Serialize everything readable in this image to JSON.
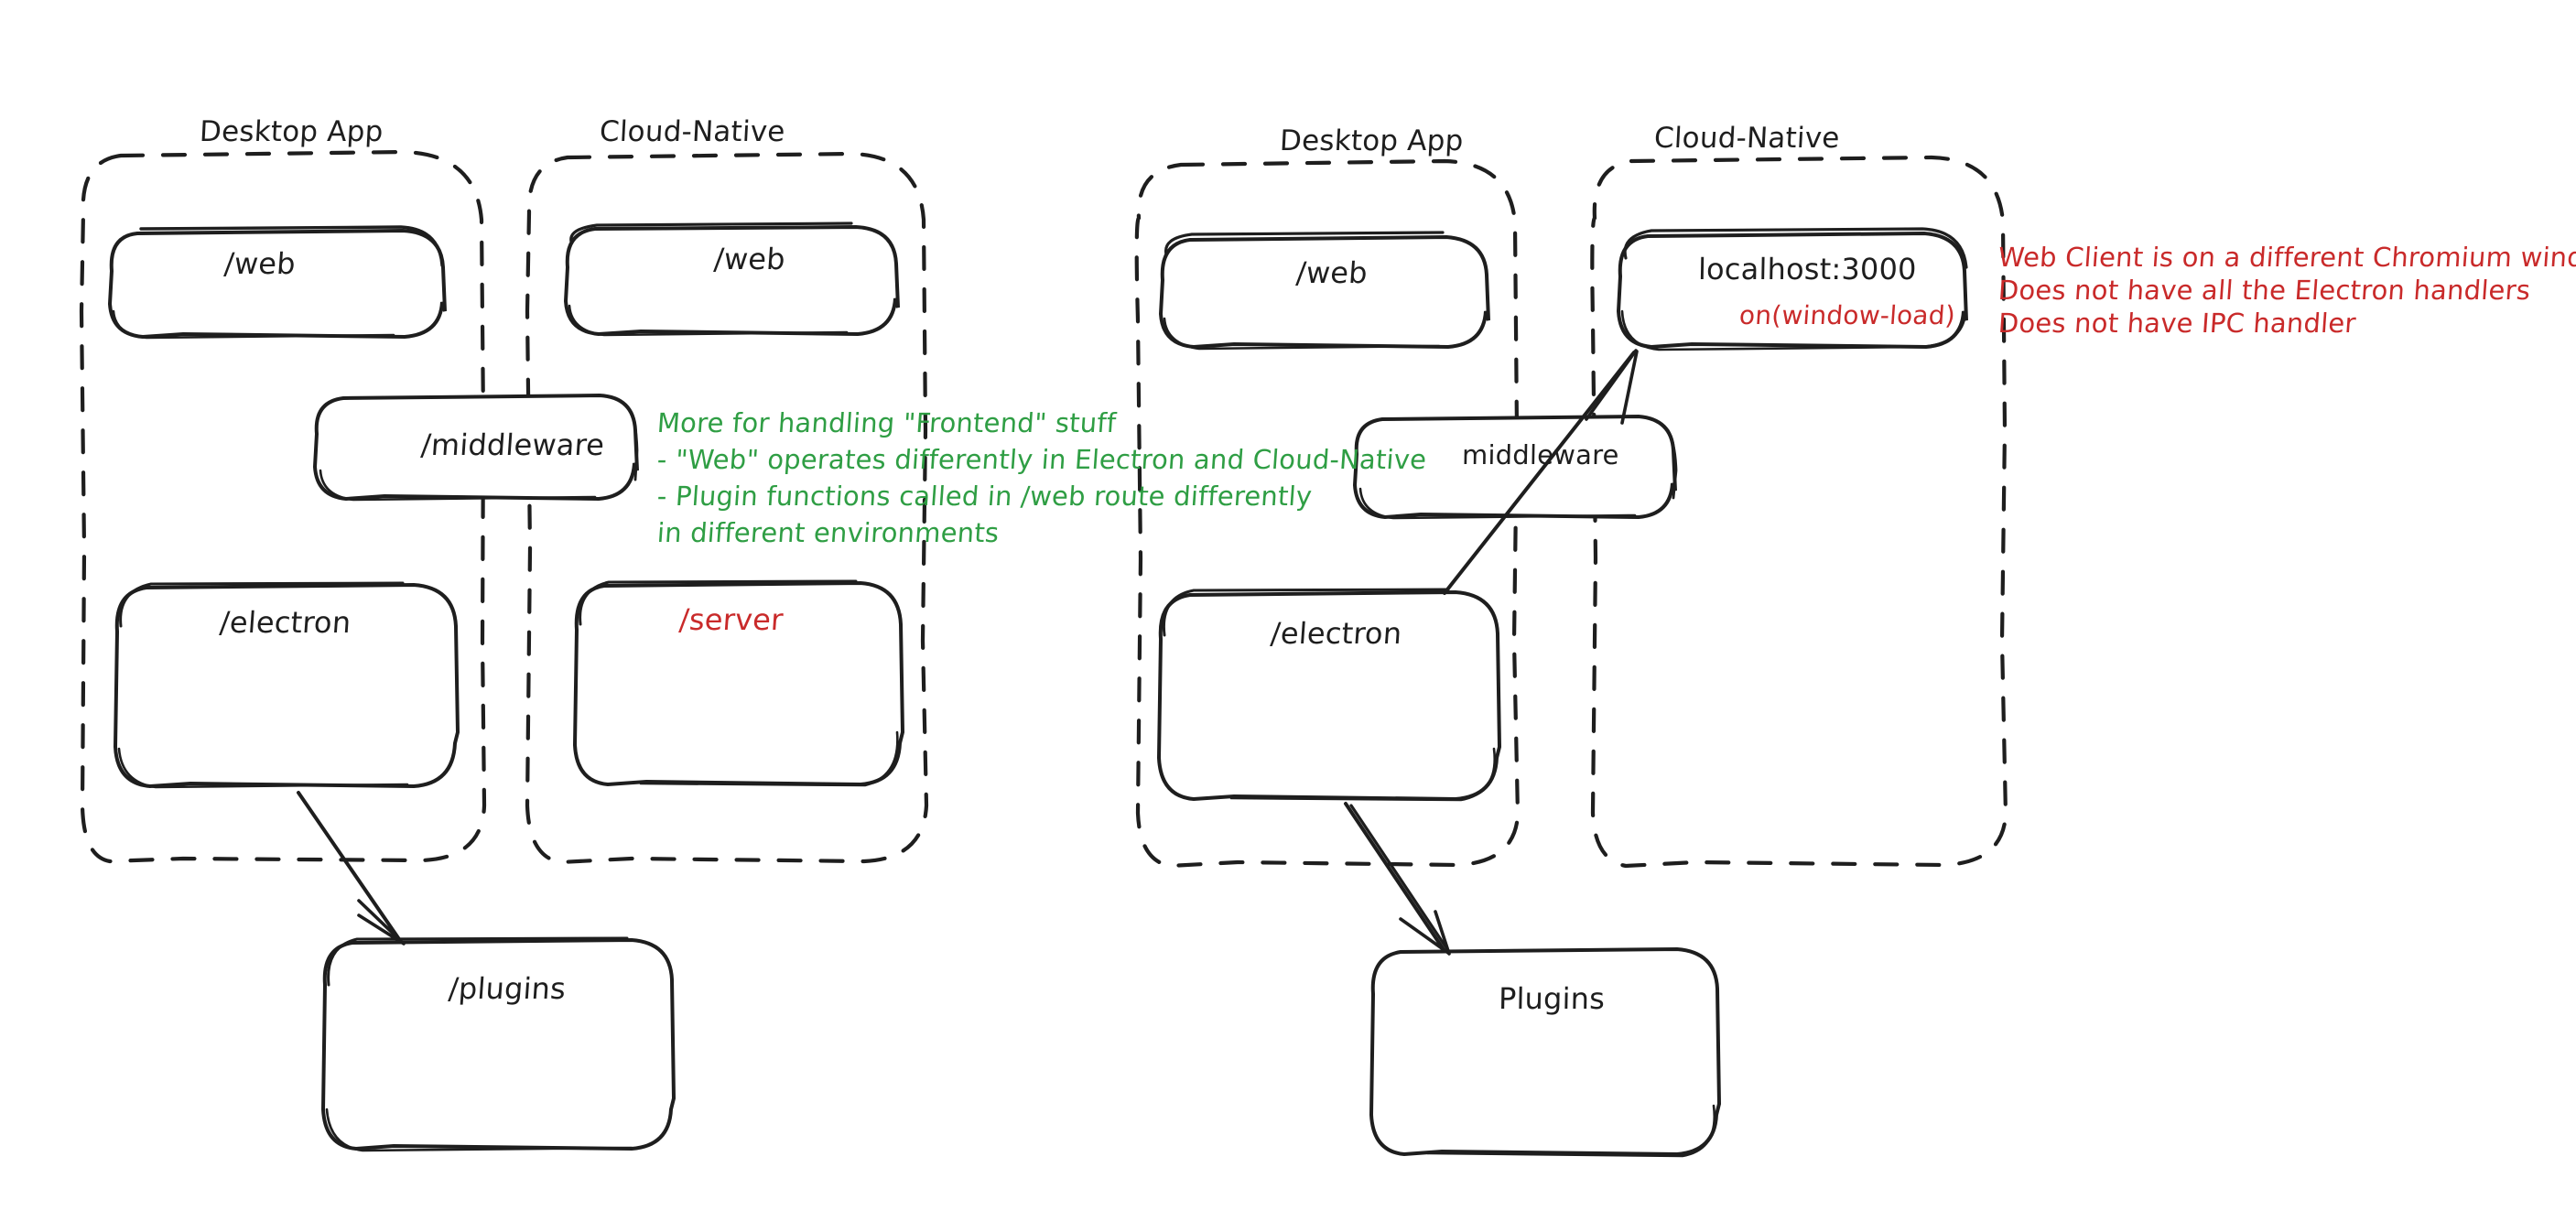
{
  "meta": {
    "background": "#ffffff",
    "ink": "#1e1e1e",
    "red": "#c92a2a",
    "green": "#2f9e44",
    "style": "hand-drawn-excalidraw"
  },
  "diagrams": [
    {
      "id": "left",
      "name": "current-architecture",
      "groups": [
        {
          "id": "left-desktop",
          "title": "Desktop App",
          "nodes": [
            {
              "id": "left-desktop-web",
              "label": "/web",
              "color": "#1e1e1e"
            },
            {
              "id": "left-desktop-electron",
              "label": "/electron",
              "color": "#1e1e1e"
            }
          ]
        },
        {
          "id": "left-cloud",
          "title": "Cloud-Native",
          "nodes": [
            {
              "id": "left-cloud-web",
              "label": "/web",
              "color": "#1e1e1e"
            },
            {
              "id": "left-cloud-server",
              "label": "/server",
              "color": "#c92a2a"
            }
          ]
        }
      ],
      "shared_nodes": [
        {
          "id": "left-middleware",
          "label": "/middleware",
          "color": "#1e1e1e"
        }
      ],
      "outside_nodes": [
        {
          "id": "left-plugins",
          "label": "/plugins",
          "color": "#1e1e1e"
        }
      ],
      "annotations": [
        {
          "id": "left-green-note",
          "color": "#2f9e44",
          "lines": [
            "More for handling \"Frontend\" stuff",
            "- \"Web\" operates differently in Electron and Cloud-Native",
            "- Plugin functions called in /web route differently",
            "in different environments"
          ]
        }
      ],
      "arrows": [
        {
          "id": "left-electron-to-plugins",
          "from": "left-desktop-electron",
          "to": "left-plugins"
        }
      ]
    },
    {
      "id": "right",
      "name": "proposed-architecture",
      "groups": [
        {
          "id": "right-desktop",
          "title": "Desktop App",
          "nodes": [
            {
              "id": "right-desktop-web",
              "label": "/web",
              "color": "#1e1e1e"
            },
            {
              "id": "right-desktop-electron",
              "label": "/electron",
              "color": "#1e1e1e"
            }
          ]
        },
        {
          "id": "right-cloud",
          "title": "Cloud-Native",
          "nodes": [
            {
              "id": "right-cloud-localhost",
              "label": "localhost:3000",
              "sublabel": "on(window-load)",
              "color": "#1e1e1e",
              "sublabel_color": "#c92a2a"
            }
          ]
        }
      ],
      "shared_nodes": [
        {
          "id": "right-middleware",
          "label": "middleware",
          "color": "#1e1e1e"
        }
      ],
      "outside_nodes": [
        {
          "id": "right-plugins",
          "label": "Plugins",
          "color": "#1e1e1e"
        }
      ],
      "annotations": [
        {
          "id": "right-red-note",
          "color": "#c92a2a",
          "lines": [
            "Web Client is on a different Chromium window",
            "Does not have all the Electron handlers",
            "Does not have IPC handler"
          ]
        }
      ],
      "arrows": [
        {
          "id": "right-electron-to-localhost",
          "from": "right-desktop-electron",
          "to": "right-cloud-localhost"
        },
        {
          "id": "right-electron-to-plugins",
          "from": "right-desktop-electron",
          "to": "right-plugins"
        }
      ]
    }
  ]
}
